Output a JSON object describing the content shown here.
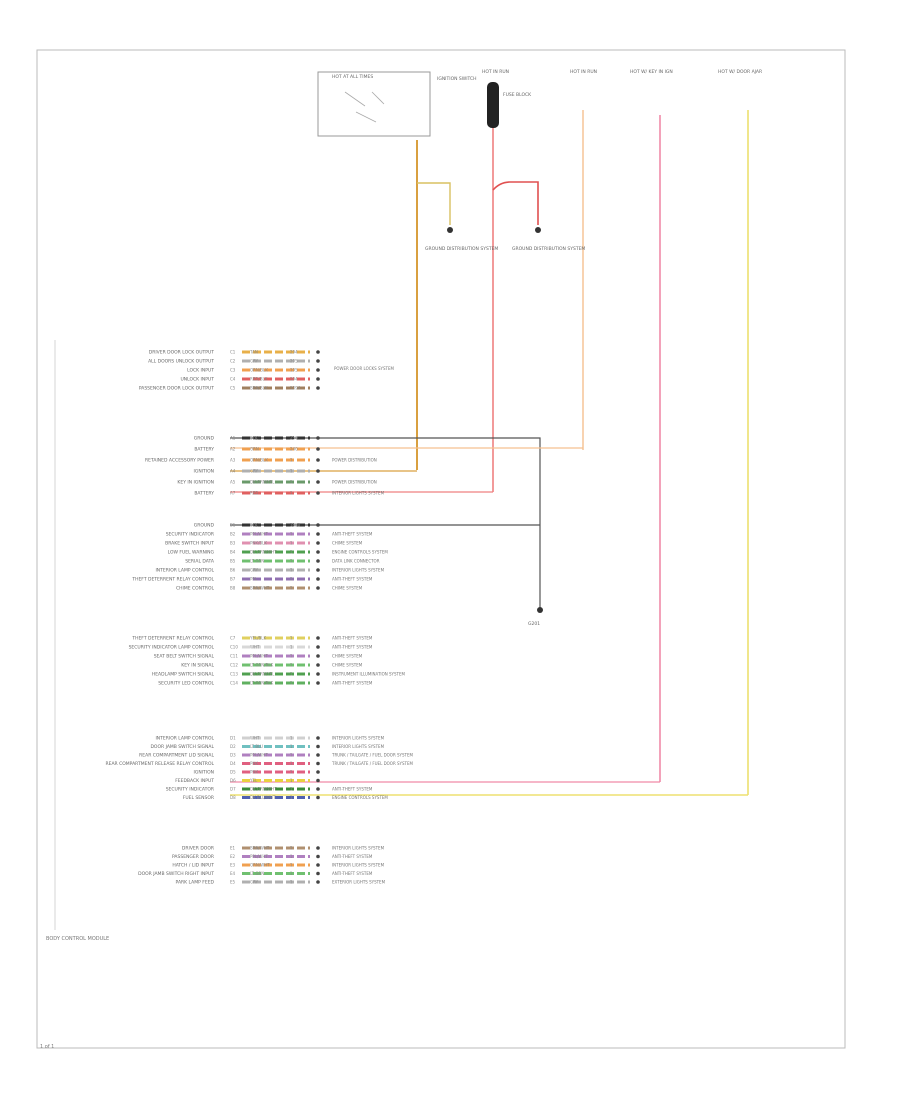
{
  "top_components": {
    "ignition_switch": "HOT AT ALL TIMES",
    "ignition_switch_label": "IGNITION SWITCH",
    "fuse_block_hot_label": "HOT IN RUN",
    "power_distribution_box": "FUSE BLOCK",
    "hot_in_run_2": "HOT IN RUN",
    "hot_w_key_in": "HOT W/ KEY IN IGN",
    "hot_w_door_ajar": "HOT W/ DOOR AJAR",
    "ground_distribution_1": "GROUND DISTRIBUTION SYSTEM",
    "ground_distribution_2": "GROUND DISTRIBUTION SYSTEM"
  },
  "connector_groups": [
    {
      "id": "c1",
      "rows": [
        {
          "label": "DRIVER DOOR LOCK OUTPUT",
          "pin": "C1",
          "color": "TAN",
          "wire_color": "#e8b04a",
          "circuit": "294"
        },
        {
          "label": "ALL DOORS UNLOCK OUTPUT",
          "pin": "C2",
          "color": "GRY",
          "wire_color": "#b0b0b0",
          "circuit": "295"
        },
        {
          "label": "LOCK INPUT",
          "pin": "C3",
          "color": "ORN/BLK",
          "wire_color": "#f0a050",
          "circuit": "195"
        },
        {
          "label": "UNLOCK INPUT",
          "pin": "C4",
          "color": "RED/BLK",
          "wire_color": "#e06060",
          "circuit": "194"
        },
        {
          "label": "PASSENGER DOOR LOCK OUTPUT",
          "pin": "C5",
          "color": "BRN/BLK",
          "wire_color": "#a08060",
          "circuit": "1394"
        }
      ],
      "destination": "POWER DOOR LOCKS SYSTEM"
    },
    {
      "id": "c2",
      "rows": [
        {
          "label": "GROUND",
          "pin": "A1",
          "color": "BLK",
          "wire_color": "#333333",
          "circuit": "250",
          "desc": ""
        },
        {
          "label": "BATTERY",
          "pin": "A2",
          "color": "ORN",
          "wire_color": "#f0a050",
          "circuit": "240",
          "desc": ""
        },
        {
          "label": "RETAINED ACCESSORY POWER",
          "pin": "A3",
          "color": "ORN/BLK",
          "wire_color": "#f0a050",
          "circuit": "1",
          "desc": "POWER DISTRIBUTION"
        },
        {
          "label": "IGNITION",
          "pin": "A4",
          "color": "GRY",
          "wire_color": "#b0b0b0",
          "circuit": "1",
          "desc": ""
        },
        {
          "label": "KEY IN IGNITION",
          "pin": "A5",
          "color": "DK GRN/YEL",
          "wire_color": "#6a9a6a",
          "circuit": "1",
          "desc": "POWER DISTRIBUTION"
        },
        {
          "label": "BATTERY",
          "pin": "A7",
          "color": "RED",
          "wire_color": "#e06060",
          "circuit": "1",
          "desc": "INTERIOR LIGHTS SYSTEM"
        }
      ]
    },
    {
      "id": "c3",
      "rows": [
        {
          "label": "GROUND",
          "pin": "B1",
          "color": "BLK",
          "wire_color": "#333333",
          "circuit": "1850",
          "desc": ""
        },
        {
          "label": "SECURITY INDICATOR",
          "pin": "B2",
          "color": "PPL/WHT",
          "wire_color": "#b080c0",
          "circuit": "1",
          "desc": "ANTI-THEFT SYSTEM"
        },
        {
          "label": "BRAKE SWITCH INPUT",
          "pin": "B3",
          "color": "PNK/BLK",
          "wire_color": "#e090b0",
          "circuit": "1",
          "desc": "CHIME SYSTEM"
        },
        {
          "label": "LOW FUEL WARNING",
          "pin": "B4",
          "color": "DK GRN/WHT",
          "wire_color": "#50a050",
          "circuit": "1",
          "desc": "ENGINE CONTROLS SYSTEM"
        },
        {
          "label": "SERIAL DATA",
          "pin": "B5",
          "color": "LT GRN",
          "wire_color": "#70c070",
          "circuit": "1",
          "desc": "DATA LINK CONNECTOR"
        },
        {
          "label": "INTERIOR LAMP CONTROL",
          "pin": "B6",
          "color": "GRY",
          "wire_color": "#b0b0b0",
          "circuit": "1",
          "desc": "INTERIOR LIGHTS SYSTEM"
        },
        {
          "label": "THEFT DETERRENT RELAY CONTROL",
          "pin": "B7",
          "color": "PPL",
          "wire_color": "#9070b0",
          "circuit": "1",
          "desc": "ANTI-THEFT SYSTEM"
        },
        {
          "label": "CHIME CONTROL",
          "pin": "B8",
          "color": "BRN/WHT",
          "wire_color": "#b09070",
          "circuit": "1",
          "desc": "CHIME SYSTEM"
        }
      ]
    },
    {
      "id": "c4",
      "rows": [
        {
          "label": "THEFT DETERRENT RELAY CONTROL",
          "pin": "C7",
          "color": "YEL/BLK",
          "wire_color": "#e0d060",
          "circuit": "1",
          "desc": "ANTI-THEFT SYSTEM"
        },
        {
          "label": "SECURITY INDICATOR LAMP CONTROL",
          "pin": "C10",
          "color": "WHT",
          "wire_color": "#d8d8d8",
          "circuit": "1",
          "desc": "ANTI-THEFT SYSTEM"
        },
        {
          "label": "SEAT BELT SWITCH SIGNAL",
          "pin": "C11",
          "color": "PPL/WHT",
          "wire_color": "#b080c0",
          "circuit": "1",
          "desc": "CHIME SYSTEM"
        },
        {
          "label": "KEY IN SIGNAL",
          "pin": "C12",
          "color": "LT GRN/BLK",
          "wire_color": "#70c070",
          "circuit": "1",
          "desc": "CHIME SYSTEM"
        },
        {
          "label": "HEADLAMP SWITCH SIGNAL",
          "pin": "C13",
          "color": "DK GRN/YEL",
          "wire_color": "#50a050",
          "circuit": "1",
          "desc": "INSTRUMENT ILLUMINATION SYSTEM"
        },
        {
          "label": "SECURITY LED CONTROL",
          "pin": "C14",
          "color": "LT GRN/BLK",
          "wire_color": "#60b060",
          "circuit": "1",
          "desc": "ANTI-THEFT SYSTEM"
        }
      ]
    },
    {
      "id": "c5",
      "rows": [
        {
          "label": "INTERIOR LAMP CONTROL",
          "pin": "D1",
          "color": "WHT",
          "wire_color": "#d0d0d0",
          "circuit": "1",
          "desc": "INTERIOR LIGHTS SYSTEM"
        },
        {
          "label": "DOOR JAMB SWITCH SIGNAL",
          "pin": "D2",
          "color": "LT BLU",
          "wire_color": "#70c0c0",
          "circuit": "1",
          "desc": "INTERIOR LIGHTS SYSTEM"
        },
        {
          "label": "REAR COMPARTMENT LID SIGNAL",
          "pin": "D3",
          "color": "PPL/WHT",
          "wire_color": "#b080c0",
          "circuit": "1",
          "desc": "TRUNK / TAILGATE / FUEL DOOR SYSTEM"
        },
        {
          "label": "REAR COMPARTMENT RELEASE RELAY CONTROL",
          "pin": "D4",
          "color": "PNK",
          "wire_color": "#e06080",
          "circuit": "1",
          "desc": "TRUNK / TAILGATE / FUEL DOOR SYSTEM"
        },
        {
          "label": "IGNITION",
          "pin": "D5",
          "color": "PNK",
          "wire_color": "#e06080",
          "circuit": "1",
          "desc": ""
        },
        {
          "label": "FEEDBACK INPUT",
          "pin": "D6",
          "color": "YEL",
          "wire_color": "#e8d040",
          "circuit": "1",
          "desc": ""
        },
        {
          "label": "SECURITY INDICATOR",
          "pin": "D7",
          "color": "DK GRN/WHT",
          "wire_color": "#3a8a3a",
          "circuit": "1",
          "desc": "ANTI-THEFT SYSTEM"
        },
        {
          "label": "FUEL SENSOR",
          "pin": "D8",
          "color": "DK BLU/WHT",
          "wire_color": "#5060b0",
          "circuit": "1",
          "desc": "ENGINE CONTROLS SYSTEM"
        }
      ]
    },
    {
      "id": "c6",
      "rows": [
        {
          "label": "DRIVER DOOR",
          "pin": "E1",
          "color": "BRN/WHT",
          "wire_color": "#b09070",
          "circuit": "1",
          "desc": "INTERIOR LIGHTS SYSTEM"
        },
        {
          "label": "PASSENGER DOOR",
          "pin": "E2",
          "color": "PPL/WHT",
          "wire_color": "#b080c0",
          "circuit": "1",
          "desc": "ANTI-THEFT SYSTEM"
        },
        {
          "label": "HATCH / LID INPUT",
          "pin": "E3",
          "color": "ORN/WHT",
          "wire_color": "#f0a050",
          "circuit": "1",
          "desc": "INTERIOR LIGHTS SYSTEM"
        },
        {
          "label": "DOOR JAMB SWITCH RIGHT INPUT",
          "pin": "E4",
          "color": "LT GRN",
          "wire_color": "#70c070",
          "circuit": "1",
          "desc": "ANTI-THEFT SYSTEM"
        },
        {
          "label": "PARK LAMP FEED",
          "pin": "E5",
          "color": "GRY",
          "wire_color": "#b0b0b0",
          "circuit": "1",
          "desc": "EXTERIOR LIGHTS SYSTEM"
        }
      ]
    }
  ],
  "ground_label": "G201",
  "bottom_label": "BODY CONTROL MODULE",
  "footer_tag": "1 of 1"
}
